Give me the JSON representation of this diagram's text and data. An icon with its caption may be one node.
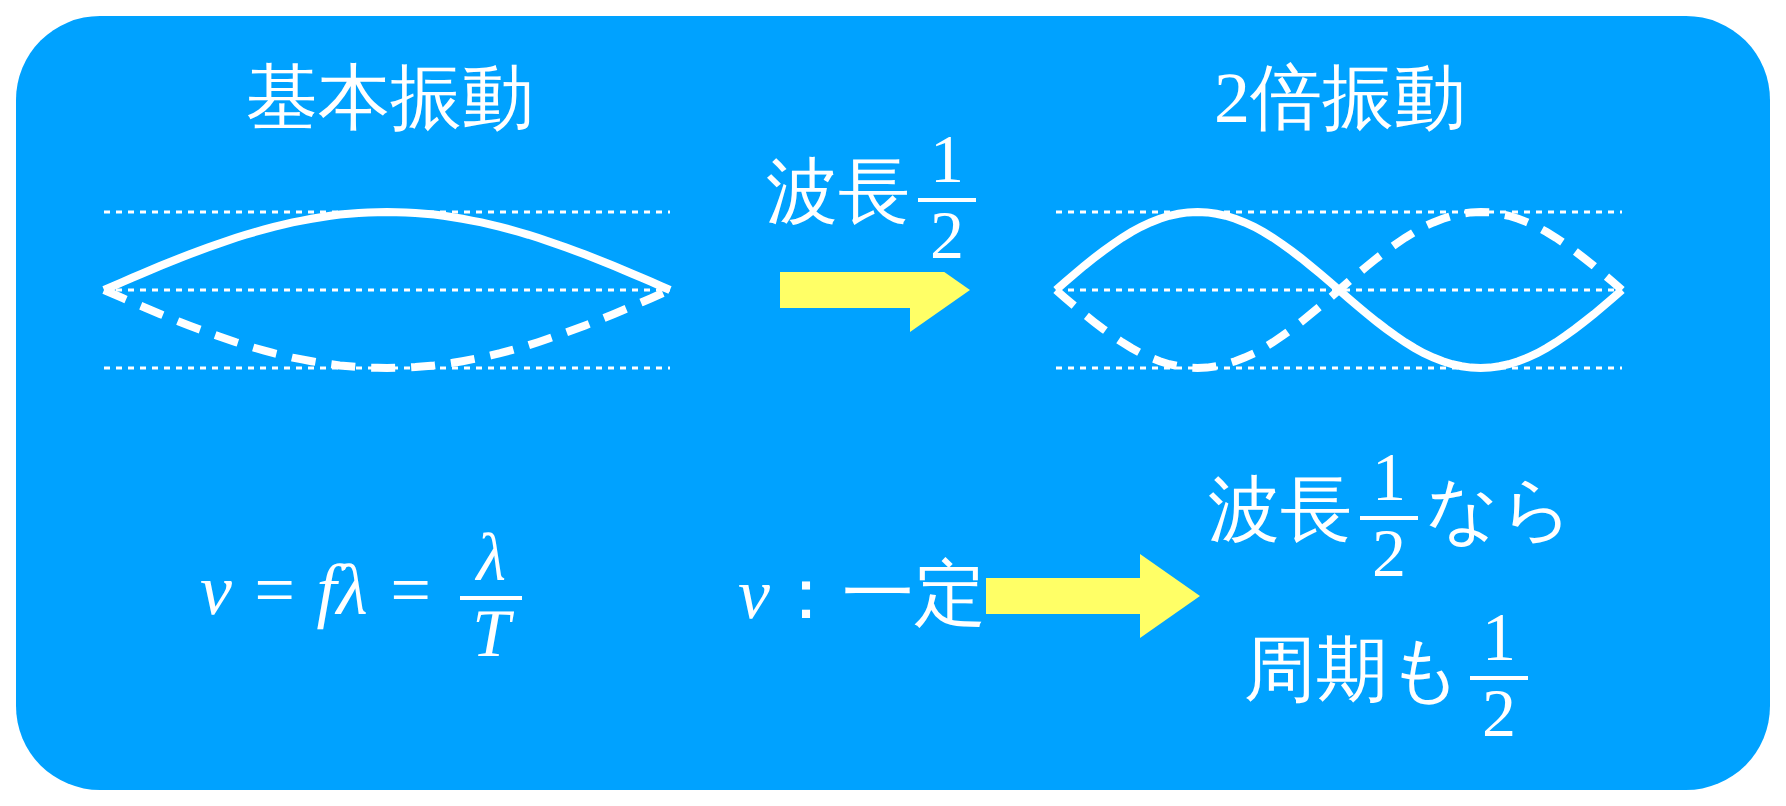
{
  "diagram": {
    "nodes": [
      {
        "text": [
          "基本振動"
        ]
      },
      {
        "text": [
          "2倍振動"
        ]
      },
      {
        "text": [
          "v = fλ = λ/T"
        ]
      },
      {
        "text": [
          "*v*：一定"
        ]
      },
      {
        "text": [
          "波長1/2なら",
          "周期も1/2"
        ]
      }
    ],
    "edges": [
      {
        "from": 0,
        "to": 1,
        "arrow": "to",
        "label": "波長1/2"
      },
      {
        "from": 3,
        "to": 4,
        "arrow": "to"
      }
    ]
  }
}
